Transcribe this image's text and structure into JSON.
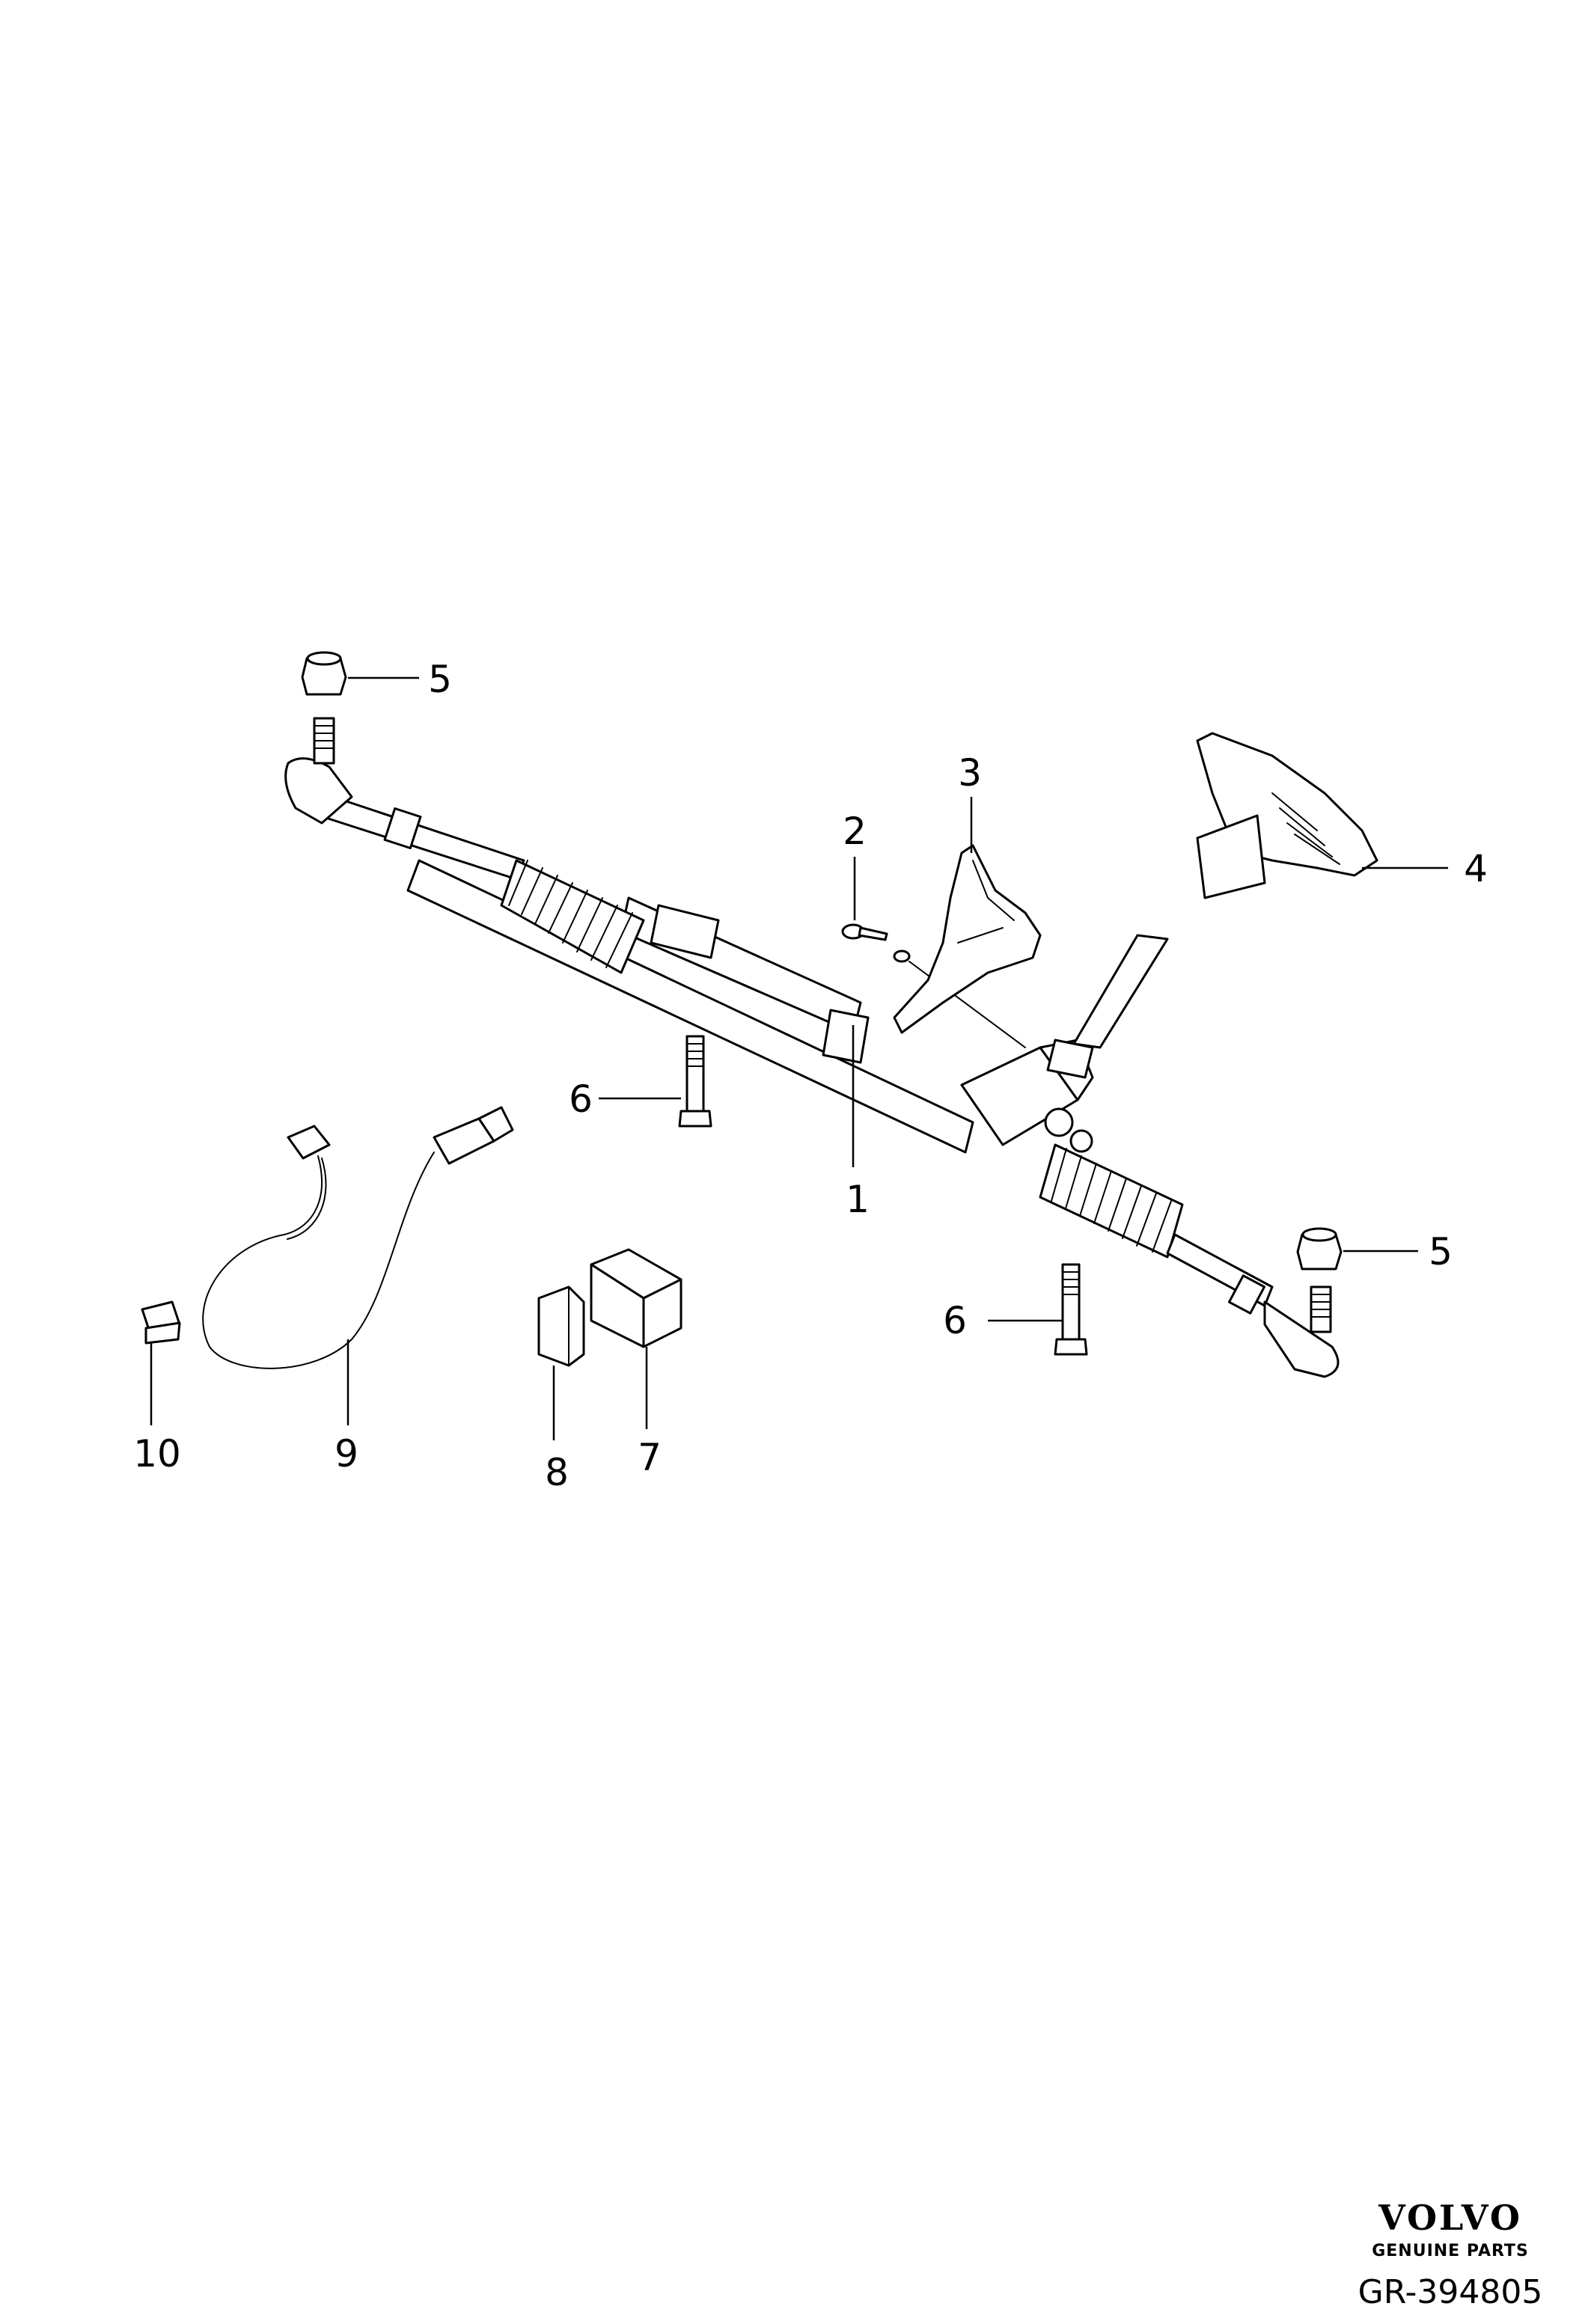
{
  "callouts": {
    "c1": "1",
    "c2": "2",
    "c3": "3",
    "c4": "4",
    "c5a": "5",
    "c5b": "5",
    "c6a": "6",
    "c6b": "6",
    "c7": "7",
    "c8": "8",
    "c9": "9",
    "c10": "10"
  },
  "brand": {
    "logo": "VOLVO",
    "tagline": "GENUINE PARTS"
  },
  "reference": "GR-394805"
}
